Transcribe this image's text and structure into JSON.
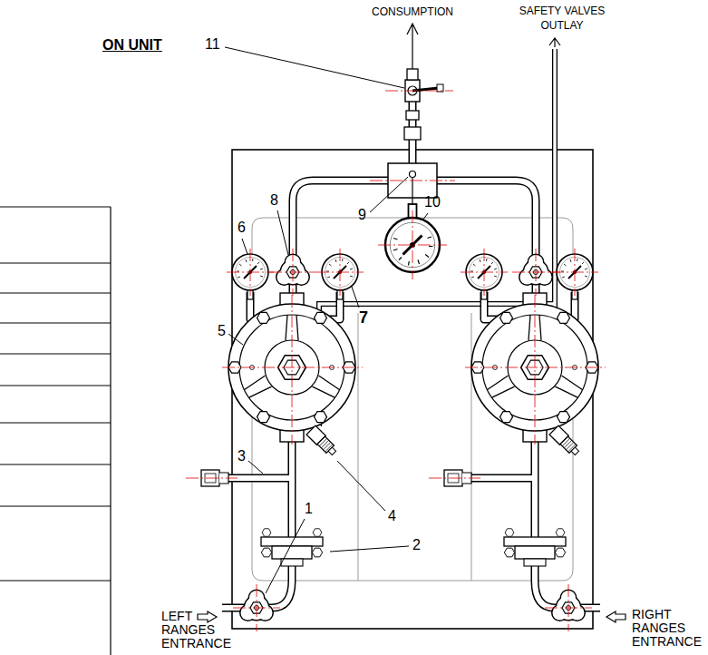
{
  "diagram": {
    "title": "ON UNIT",
    "labels": [
      "CONSUMPTION",
      "SAFETY VALVES OUTLAY",
      "11",
      "6",
      "8",
      "10",
      "9",
      "7",
      "5",
      "3",
      "4",
      "2",
      "1",
      "LEFT RANGES ENTRANCE",
      "RIGHT RANGES ENTRANCE"
    ]
  }
}
